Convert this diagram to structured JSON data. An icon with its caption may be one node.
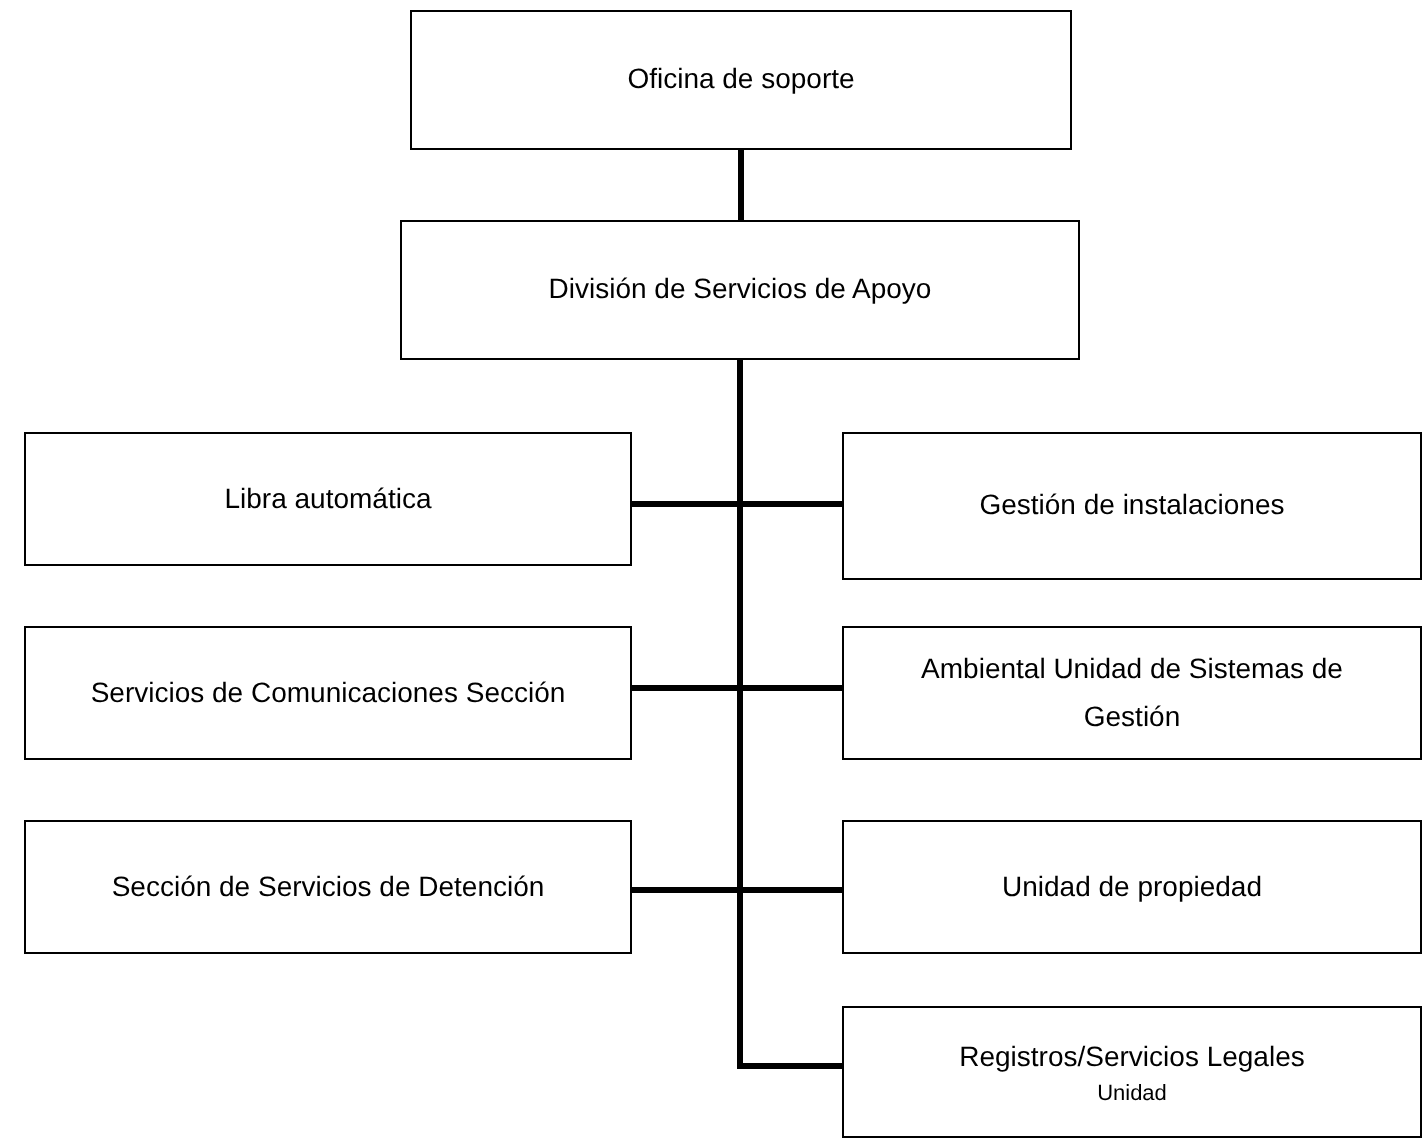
{
  "diagram": {
    "nodes": [
      {
        "text": [
          "Oficina de soporte"
        ]
      },
      {
        "text": [
          "División de Servicios de Apoyo"
        ]
      },
      {
        "text": [
          "Libra automática"
        ]
      },
      {
        "text": [
          "Gestión de instalaciones"
        ]
      },
      {
        "text": [
          "Servicios de Comunicaciones Sección"
        ]
      },
      {
        "text": [
          "Ambiental Unidad de Sistemas de Gestión"
        ]
      },
      {
        "text": [
          "Sección de Servicios de Detención"
        ]
      },
      {
        "text": [
          "Unidad de propiedad"
        ]
      },
      {
        "text": [
          "Registros/Servicios Legales",
          "Unidad"
        ]
      }
    ],
    "edges": [
      {
        "from": 0,
        "to": 1,
        "arrow": "none"
      },
      {
        "from": 1,
        "to": 2,
        "arrow": "none"
      },
      {
        "from": 1,
        "to": 3,
        "arrow": "none"
      },
      {
        "from": 1,
        "to": 4,
        "arrow": "none"
      },
      {
        "from": 1,
        "to": 5,
        "arrow": "none"
      },
      {
        "from": 1,
        "to": 6,
        "arrow": "none"
      },
      {
        "from": 1,
        "to": 7,
        "arrow": "none"
      },
      {
        "from": 1,
        "to": 8,
        "arrow": "none"
      }
    ]
  }
}
